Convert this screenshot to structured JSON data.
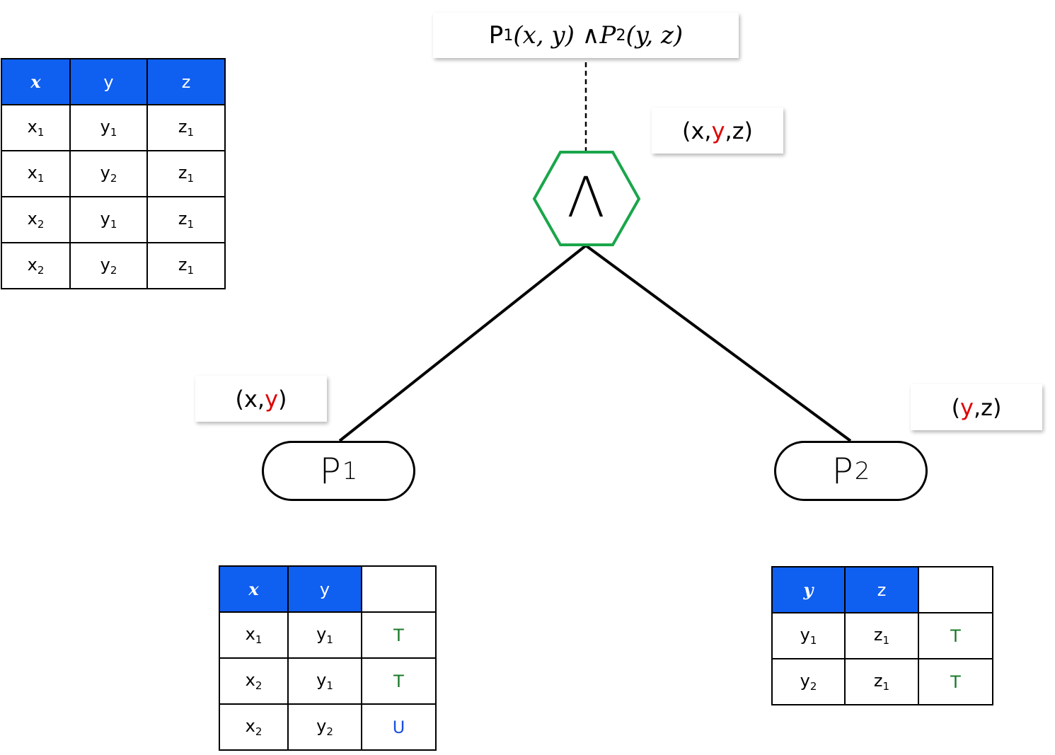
{
  "formula": {
    "p1": "P",
    "p1_sub": "1",
    "args1": "(x, y) ∧ ",
    "p2": "P",
    "p2_sub": "2",
    "args2": "(y, z)"
  },
  "operator": {
    "symbol": "Λ",
    "color": "#1aa64a"
  },
  "root_vars": {
    "open": "(x,",
    "key": "y",
    "close": ",z)"
  },
  "p1_vars": {
    "open": "(x,",
    "key": "y",
    "close": ")"
  },
  "p2_vars": {
    "open": "(",
    "key": "y",
    "close": ",z)"
  },
  "predicates": {
    "p1": {
      "name": "P",
      "sub": "1"
    },
    "p2": {
      "name": "P",
      "sub": "2"
    }
  },
  "colors": {
    "header_blue": "#0f5ff0",
    "true_green": "#1a7a2a",
    "unknown_blue": "#1a4fe0",
    "key_red": "#e00000"
  },
  "join_table": {
    "headers": [
      "x",
      "y",
      "z"
    ],
    "rows": [
      [
        [
          "x",
          "1"
        ],
        [
          "y",
          "1"
        ],
        [
          "z",
          "1"
        ]
      ],
      [
        [
          "x",
          "1"
        ],
        [
          "y",
          "2"
        ],
        [
          "z",
          "1"
        ]
      ],
      [
        [
          "x",
          "2"
        ],
        [
          "y",
          "1"
        ],
        [
          "z",
          "1"
        ]
      ],
      [
        [
          "x",
          "2"
        ],
        [
          "y",
          "2"
        ],
        [
          "z",
          "1"
        ]
      ]
    ]
  },
  "p1_table": {
    "headers": [
      "x",
      "y",
      ""
    ],
    "rows": [
      [
        [
          "x",
          "1"
        ],
        [
          "y",
          "1"
        ],
        "T"
      ],
      [
        [
          "x",
          "2"
        ],
        [
          "y",
          "1"
        ],
        "T"
      ],
      [
        [
          "x",
          "2"
        ],
        [
          "y",
          "2"
        ],
        "U"
      ]
    ]
  },
  "p2_table": {
    "headers": [
      "y",
      "z",
      ""
    ],
    "rows": [
      [
        [
          "y",
          "1"
        ],
        [
          "z",
          "1"
        ],
        "T"
      ],
      [
        [
          "y",
          "2"
        ],
        [
          "z",
          "1"
        ],
        "T"
      ]
    ]
  }
}
